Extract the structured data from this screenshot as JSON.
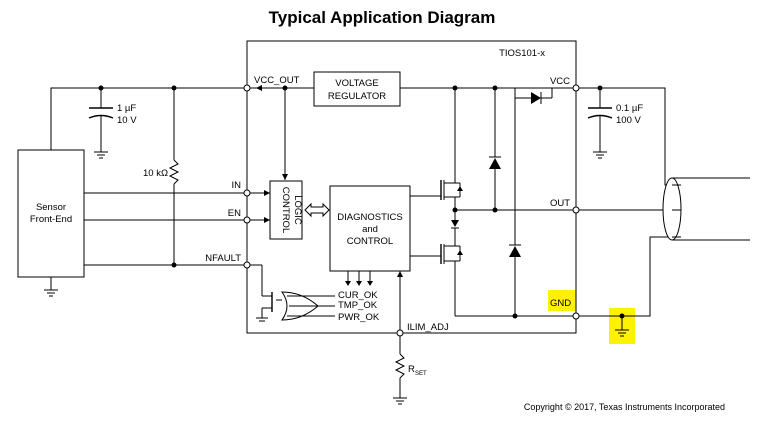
{
  "title": "Typical Application Diagram",
  "copyright": "Copyright © 2017, Texas Instruments Incorporated",
  "chip": {
    "name": "TIOS101-x",
    "pins": {
      "vcc_out": "VCC_OUT",
      "vcc": "VCC",
      "in": "IN",
      "en": "EN",
      "out": "OUT",
      "nfault": "NFAULT",
      "gnd": "GND",
      "ilim_adj": "ILIM_ADJ"
    },
    "blocks": {
      "regulator_line1": "VOLTAGE",
      "regulator_line2": "REGULATOR",
      "control_logic_line1": "CONTROL",
      "control_logic_line2": "LOGIC",
      "diagnostics_line1": "DIAGNOSTICS",
      "diagnostics_line2": "and",
      "diagnostics_line3": "CONTROL"
    },
    "signals": [
      "CUR_OK",
      "TMP_OK",
      "PWR_OK"
    ]
  },
  "sensor": {
    "line1": "Sensor",
    "line2": "Front-End"
  },
  "components": {
    "cap_left_value": "1 µF",
    "cap_left_voltage": "10 V",
    "cap_right_value": "0.1 µF",
    "cap_right_voltage": "100 V",
    "resistor": "10 kΩ",
    "rset_main": "R",
    "rset_sub": "SET"
  },
  "colors": {
    "highlight": "#fff200",
    "line": "#000000"
  }
}
